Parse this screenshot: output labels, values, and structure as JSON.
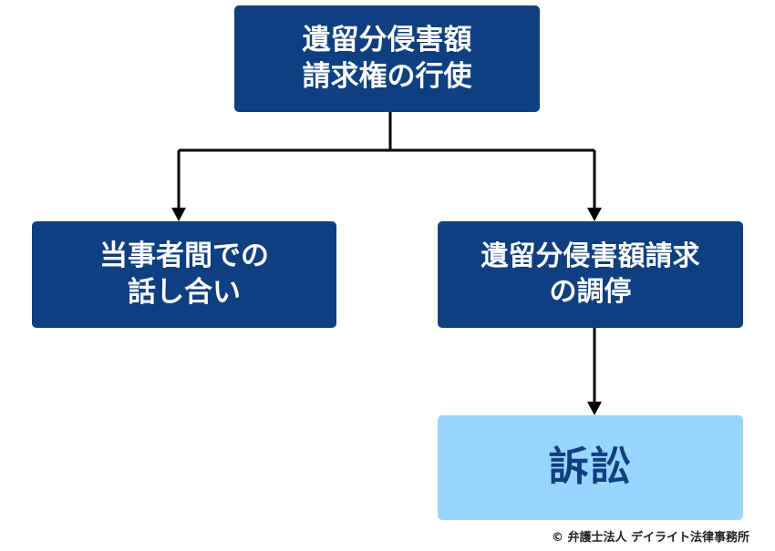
{
  "nodes": {
    "top": {
      "line1": "遺留分侵害額",
      "line2": "請求権の行使"
    },
    "left": {
      "line1": "当事者間での",
      "line2": "話し合い"
    },
    "right": {
      "line1": "遺留分侵害額請求",
      "line2": "の調停"
    },
    "bottom": {
      "label": "訴訟"
    }
  },
  "footer": {
    "copyright": "© 弁護士法人 デイライト法律事務所"
  },
  "colors": {
    "dark_box": "#0e3f80",
    "light_box": "#99d6ff",
    "connector": "#000000"
  }
}
